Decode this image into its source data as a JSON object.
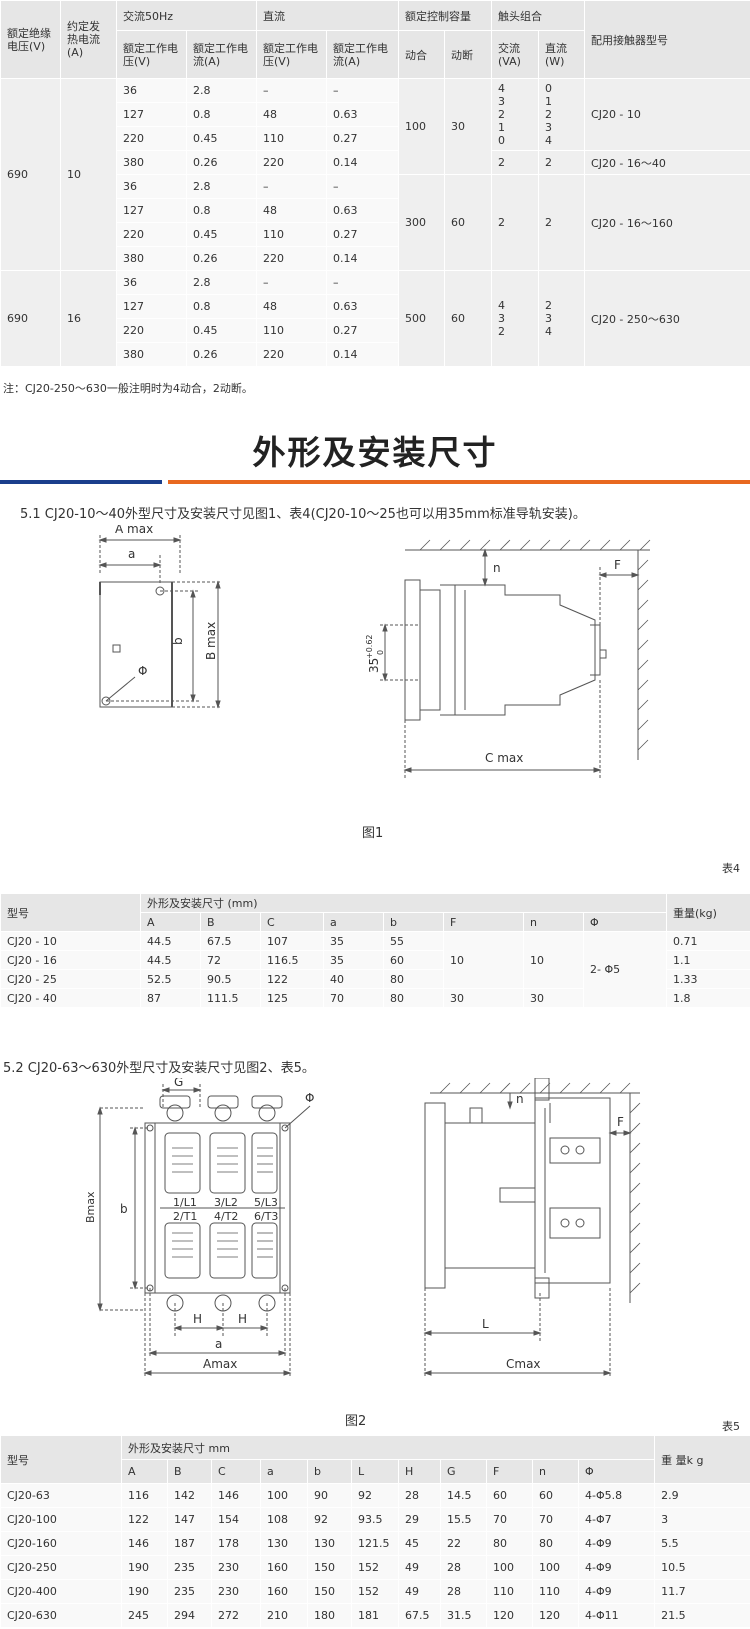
{
  "table1": {
    "headers": {
      "insulation_voltage": "额定绝缘电压(V)",
      "thermal_current": "约定发热电流(A)",
      "ac": "交流50Hz",
      "dc": "直流",
      "rated_working_voltage": "额定工作电压(V)",
      "rated_working_current": "额定工作电流(A)",
      "control_capacity": "额定控制容量",
      "make": "动合",
      "break": "动断",
      "contact_combo": "触头组合",
      "ac_va": "交流(VA)",
      "dc_w": "直流(W)",
      "contactor_model": "配用接触器型号"
    },
    "groups": [
      {
        "insulation": "690",
        "thermal": "10",
        "rows": [
          {
            "ac_v": "36",
            "ac_a": "2.8",
            "dc_v": "–",
            "dc_a": "–"
          },
          {
            "ac_v": "127",
            "ac_a": "0.8",
            "dc_v": "48",
            "dc_a": "0.63"
          },
          {
            "ac_v": "220",
            "ac_a": "0.45",
            "dc_v": "110",
            "dc_a": "0.27"
          },
          {
            "ac_v": "380",
            "ac_a": "0.26",
            "dc_v": "220",
            "dc_a": "0.14"
          },
          {
            "ac_v": "36",
            "ac_a": "2.8",
            "dc_v": "–",
            "dc_a": "–"
          },
          {
            "ac_v": "127",
            "ac_a": "0.8",
            "dc_v": "48",
            "dc_a": "0.63"
          },
          {
            "ac_v": "220",
            "ac_a": "0.45",
            "dc_v": "110",
            "dc_a": "0.27"
          },
          {
            "ac_v": "380",
            "ac_a": "0.26",
            "dc_v": "220",
            "dc_a": "0.14"
          }
        ]
      },
      {
        "insulation": "690",
        "thermal": "16",
        "rows": [
          {
            "ac_v": "36",
            "ac_a": "2.8",
            "dc_v": "–",
            "dc_a": "–"
          },
          {
            "ac_v": "127",
            "ac_a": "0.8",
            "dc_v": "48",
            "dc_a": "0.63"
          },
          {
            "ac_v": "220",
            "ac_a": "0.45",
            "dc_v": "110",
            "dc_a": "0.27"
          },
          {
            "ac_v": "380",
            "ac_a": "0.26",
            "dc_v": "220",
            "dc_a": "0.14"
          }
        ]
      }
    ],
    "capacity_blocks": [
      {
        "make": "100",
        "break": "30"
      },
      {
        "make": "300",
        "break": "60"
      },
      {
        "make": "500",
        "break": "60"
      }
    ],
    "contact_blocks": [
      {
        "va": "4\n3\n2\n1\n0",
        "w": "0\n1\n2\n3\n4",
        "model": "CJ20 - 10"
      },
      {
        "va": "2",
        "w": "2",
        "model": "CJ20 - 16～40"
      },
      {
        "va": "2",
        "w": "2",
        "model": "CJ20 - 16～160"
      },
      {
        "va": "4\n3\n2",
        "w": "2\n3\n4",
        "model": "CJ20 - 250～630"
      }
    ]
  },
  "note": "注：CJ20-250～630一般注明时为4动合，2动断。",
  "section_title": "外形及安装尺寸",
  "section1_text": "5.1 CJ20-10～40外型尺寸及安装尺寸见图1、表4(CJ20-10～25也可以用35mm标准导轨安装)。",
  "fig1": {
    "caption": "图1",
    "labels": {
      "amax": "A max",
      "a": "a",
      "b": "b",
      "bmax": "B max",
      "phi": "Φ",
      "n": "n",
      "f": "F",
      "rail": "35",
      "rail_tol_up": "+0.62",
      "rail_tol_low": "0",
      "cmax": "C max"
    }
  },
  "table4": {
    "label": "表4",
    "header_model": "型号",
    "header_dims": "外形及安装尺寸 (mm)",
    "header_weight": "重量(kg)",
    "cols": [
      "A",
      "B",
      "C",
      "a",
      "b",
      "F",
      "n",
      "Φ"
    ],
    "rows": [
      {
        "model": "CJ20 - 10",
        "A": "44.5",
        "B": "67.5",
        "C": "107",
        "a": "35",
        "b": "55",
        "weight": "0.71"
      },
      {
        "model": "CJ20 - 16",
        "A": "44.5",
        "B": "72",
        "C": "116.5",
        "a": "35",
        "b": "60",
        "weight": "1.1"
      },
      {
        "model": "CJ20 - 25",
        "A": "52.5",
        "B": "90.5",
        "C": "122",
        "a": "40",
        "b": "80",
        "weight": "1.33"
      },
      {
        "model": "CJ20 - 40",
        "A": "87",
        "B": "111.5",
        "C": "125",
        "a": "70",
        "b": "80",
        "weight": "1.8"
      }
    ],
    "merged": {
      "F_small": "10",
      "n_small": "10",
      "phi_all": "2- Φ5",
      "F_40": "30",
      "n_40": "30"
    }
  },
  "section2_text": "5.2 CJ20-63～630外型尺寸及安装尺寸见图2、表5。",
  "fig2": {
    "caption": "图2",
    "labels": {
      "g": "G",
      "phi": "Φ",
      "bmax": "Bmax",
      "b": "b",
      "h1": "H",
      "h2": "H",
      "a": "a",
      "amax": "Amax",
      "n": "n",
      "f": "F",
      "l": "L",
      "cmax": "Cmax",
      "term1": "1/L1",
      "term2": "3/L2",
      "term3": "5/L3",
      "term4": "2/T1",
      "term5": "4/T2",
      "term6": "6/T3"
    }
  },
  "table5": {
    "label": "表5",
    "header_model": "型号",
    "header_dims": "外形及安装尺寸 mm",
    "header_weight": "重 量k g",
    "cols": [
      "A",
      "B",
      "C",
      "a",
      "b",
      "L",
      "H",
      "G",
      "F",
      "n",
      "Φ"
    ],
    "rows": [
      {
        "model": "CJ20-63",
        "v": [
          "116",
          "142",
          "146",
          "100",
          "90",
          "92",
          "28",
          "14.5",
          "60",
          "60",
          "4-Φ5.8"
        ],
        "weight": "2.9"
      },
      {
        "model": "CJ20-100",
        "v": [
          "122",
          "147",
          "154",
          "108",
          "92",
          "93.5",
          "29",
          "15.5",
          "70",
          "70",
          "4-Φ7"
        ],
        "weight": "3"
      },
      {
        "model": "CJ20-160",
        "v": [
          "146",
          "187",
          "178",
          "130",
          "130",
          "121.5",
          "45",
          "22",
          "80",
          "80",
          "4-Φ9"
        ],
        "weight": "5.5"
      },
      {
        "model": "CJ20-250",
        "v": [
          "190",
          "235",
          "230",
          "160",
          "150",
          "152",
          "49",
          "28",
          "100",
          "100",
          "4-Φ9"
        ],
        "weight": "10.5"
      },
      {
        "model": "CJ20-400",
        "v": [
          "190",
          "235",
          "230",
          "160",
          "150",
          "152",
          "49",
          "28",
          "110",
          "110",
          "4-Φ9"
        ],
        "weight": "11.7"
      },
      {
        "model": "CJ20-630",
        "v": [
          "245",
          "294",
          "272",
          "210",
          "180",
          "181",
          "67.5",
          "31.5",
          "120",
          "120",
          "4-Φ11"
        ],
        "weight": "21.5"
      }
    ]
  }
}
